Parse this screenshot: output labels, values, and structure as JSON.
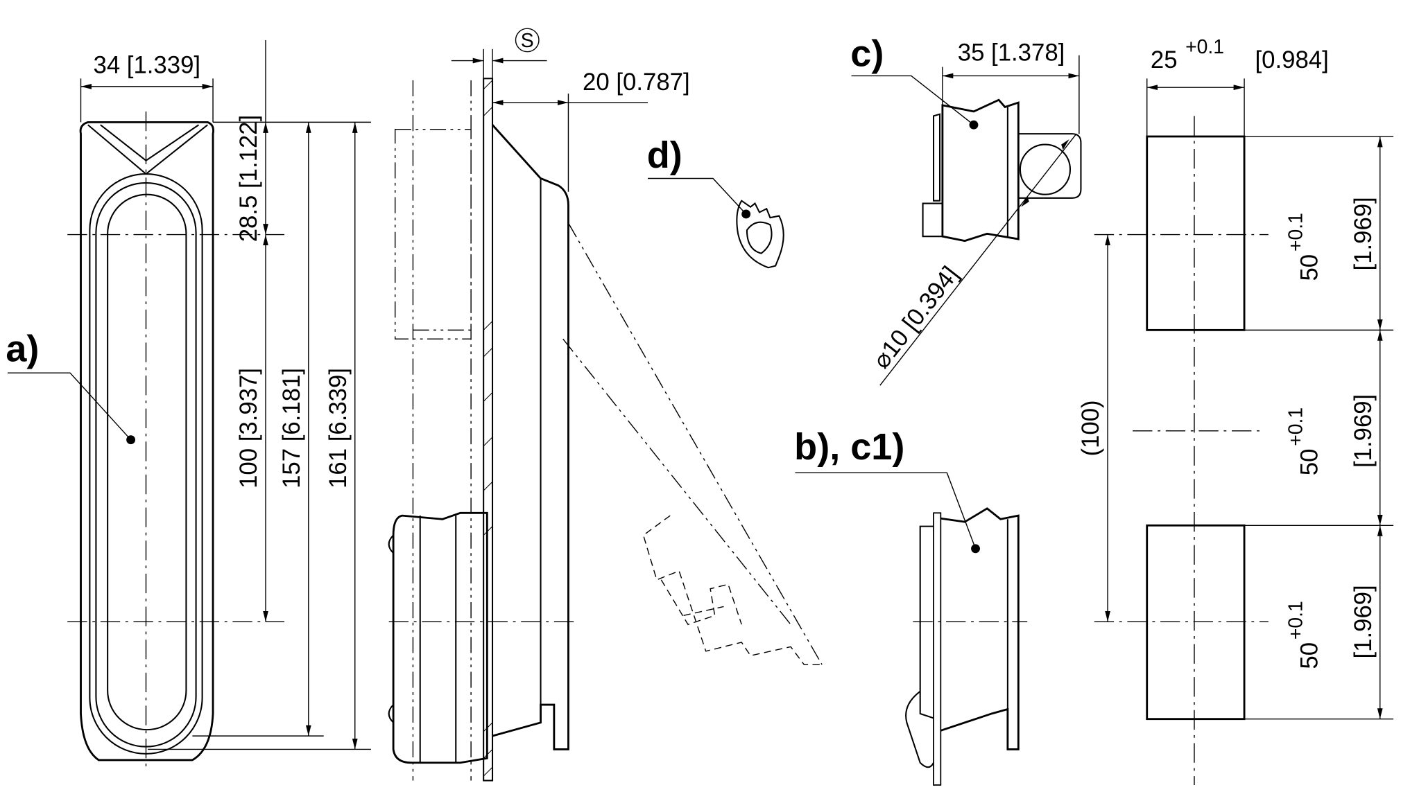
{
  "view_a": {
    "label": "a)",
    "width_dim": "34 [1.339]",
    "top_dim": "28.5 [1.122]",
    "pitch_dim": "100 [3.937]",
    "inner_length_dim": "157 [6.181]",
    "overall_length_dim": "161 [6.339]"
  },
  "side_view": {
    "surface_symbol": "S",
    "depth_dim": "20 [0.787]"
  },
  "view_d": {
    "label": "d)"
  },
  "view_c": {
    "label": "c)",
    "width_dim": "35 [1.378]",
    "diameter_dim": "⌀10 [0.394]"
  },
  "view_b_c1": {
    "label": "b), c1)"
  },
  "cutout": {
    "width_value": "25",
    "width_tol": "+0.1",
    "width_inch": "[0.984]",
    "spacing_dim": "(100)",
    "heights": [
      {
        "value": "50",
        "tol": "+0.1",
        "inch": "[1.969]"
      },
      {
        "value": "50",
        "tol": "+0.1",
        "inch": "[1.969]"
      },
      {
        "value": "50",
        "tol": "+0.1",
        "inch": "[1.969]"
      }
    ]
  }
}
